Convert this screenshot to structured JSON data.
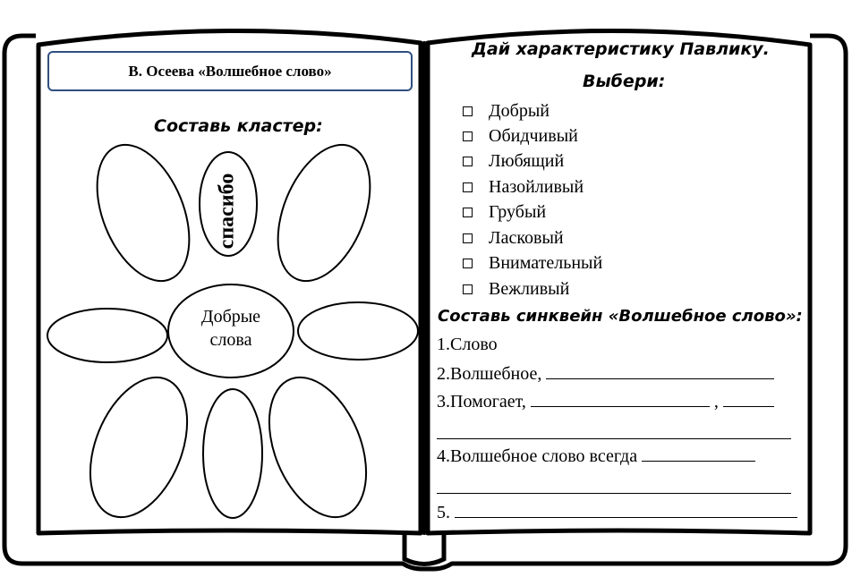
{
  "left_page": {
    "title": "В. Осеева «Волшебное слово»",
    "cluster_heading": "Составь кластер:",
    "center_text_line1": "Добрые",
    "center_text_line2": "слова",
    "top_petal_word": "спасибо"
  },
  "right_page": {
    "characterize_heading": "Дай характеристику Павлику.",
    "choose_heading": "Выбери:",
    "options": [
      "Добрый",
      "Обидчивый",
      "Любящий",
      "Назойливый",
      "Грубый",
      "Ласковый",
      "Внимательный",
      "Вежливый"
    ],
    "cinquain_heading": "Составь синквейн «Волшебное слово»:",
    "cinquain_line1": "1.Слово",
    "cinquain_line2": "2.Волшебное,",
    "cinquain_line3": "3.Помогает,",
    "cinquain_line3_sep": ",",
    "cinquain_line4": "4.Волшебное слово всегда",
    "cinquain_line5": "5."
  }
}
